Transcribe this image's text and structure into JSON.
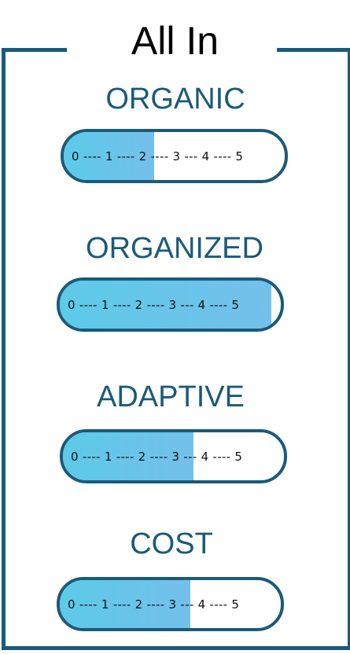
{
  "title": "All In",
  "scale_text": "0 ---- 1 ---- 2 ---- 3 --- 4 ---- 5",
  "scale_max": 5,
  "colors": {
    "border": "#1a5a7a",
    "label": "#1a5a7a",
    "fill_start": "#5ccae8",
    "fill_end": "#74c0ea"
  },
  "metrics": [
    {
      "label": "ORGANIC",
      "score": 2
    },
    {
      "label": "ORGANIZED",
      "score": 5
    },
    {
      "label": "ADAPTIVE",
      "score": 3
    },
    {
      "label": "COST",
      "score": 3
    }
  ]
}
